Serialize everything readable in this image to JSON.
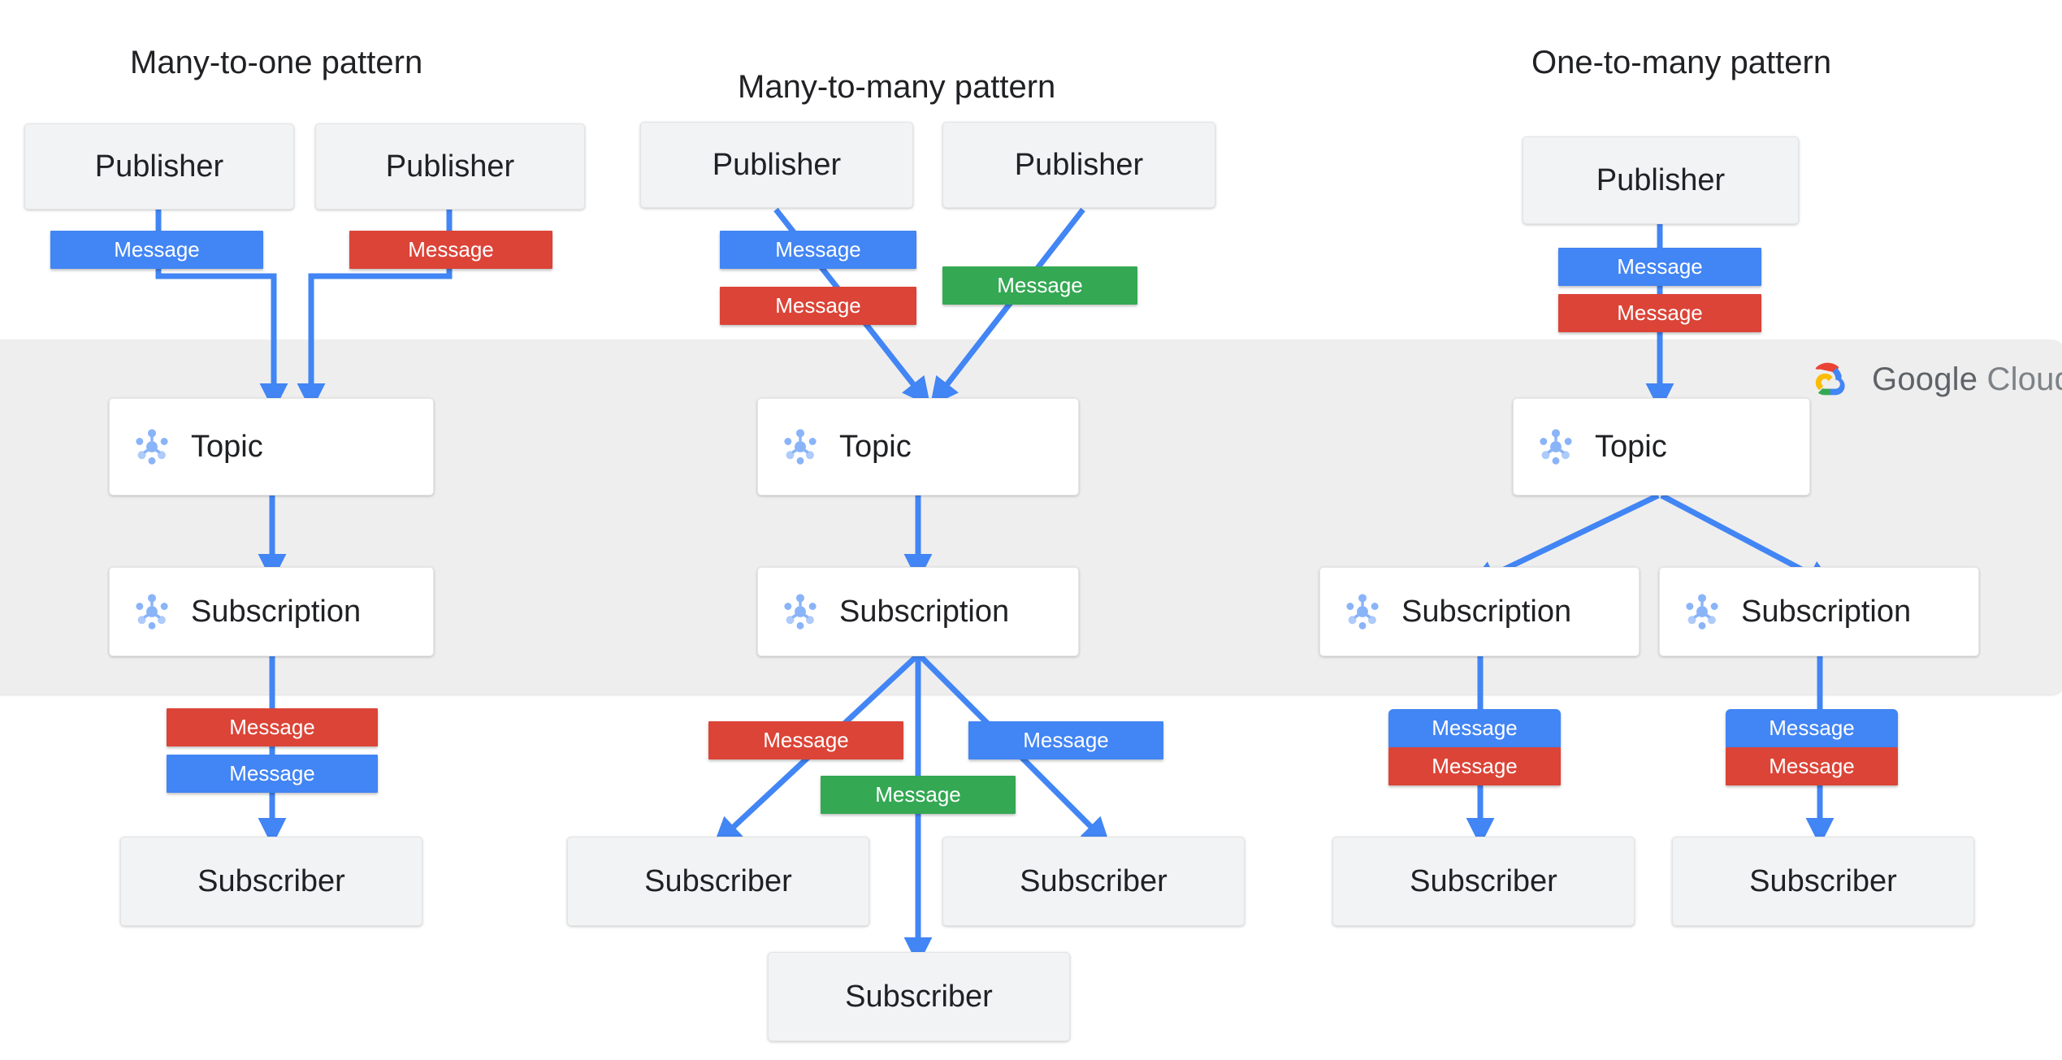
{
  "brand": {
    "name": "Google Cloud",
    "name_bold": "Google",
    "name_light": "Cloud",
    "accent_blue": "#4285F4",
    "accent_red": "#DB4437",
    "accent_green": "#34A853",
    "accent_yellow": "#F4B400",
    "band_color": "#EEEEEE",
    "box_color": "#F1F3F4",
    "service_box_color": "#FFFFFF",
    "text_color": "#202124"
  },
  "columns": [
    {
      "id": "many-to-one",
      "title": "Many-to-one pattern",
      "publishers": [
        {
          "label": "Publisher"
        },
        {
          "label": "Publisher"
        }
      ],
      "publisher_messages": [
        {
          "label": "Message",
          "color": "blue"
        },
        {
          "label": "Message",
          "color": "red"
        }
      ],
      "topics": [
        {
          "label": "Topic",
          "icon": "pubsub-topic-icon"
        }
      ],
      "subscriptions": [
        {
          "label": "Subscription",
          "icon": "pubsub-subscription-icon"
        }
      ],
      "subscriber_messages": [
        {
          "label": "Message",
          "color": "red"
        },
        {
          "label": "Message",
          "color": "blue"
        }
      ],
      "subscribers": [
        {
          "label": "Subscriber"
        }
      ]
    },
    {
      "id": "many-to-many",
      "title": "Many-to-many  pattern",
      "publishers": [
        {
          "label": "Publisher"
        },
        {
          "label": "Publisher"
        }
      ],
      "publisher_messages": [
        {
          "label": "Message",
          "color": "blue"
        },
        {
          "label": "Message",
          "color": "red"
        },
        {
          "label": "Message",
          "color": "green"
        }
      ],
      "topics": [
        {
          "label": "Topic",
          "icon": "pubsub-topic-icon"
        }
      ],
      "subscriptions": [
        {
          "label": "Subscription",
          "icon": "pubsub-subscription-icon"
        }
      ],
      "subscriber_messages": [
        {
          "label": "Message",
          "color": "red"
        },
        {
          "label": "Message",
          "color": "blue"
        },
        {
          "label": "Message",
          "color": "green"
        }
      ],
      "subscribers": [
        {
          "label": "Subscriber"
        },
        {
          "label": "Subscriber"
        },
        {
          "label": "Subscriber"
        }
      ]
    },
    {
      "id": "one-to-many",
      "title": "One-to-many pattern",
      "publishers": [
        {
          "label": "Publisher"
        }
      ],
      "publisher_messages": [
        {
          "label": "Message",
          "color": "blue"
        },
        {
          "label": "Message",
          "color": "red"
        }
      ],
      "topics": [
        {
          "label": "Topic",
          "icon": "pubsub-topic-icon"
        }
      ],
      "subscriptions": [
        {
          "label": "Subscription",
          "icon": "pubsub-subscription-icon"
        },
        {
          "label": "Subscription",
          "icon": "pubsub-subscription-icon"
        }
      ],
      "subscriber_messages": [
        {
          "label": "Message",
          "color": "blue"
        },
        {
          "label": "Message",
          "color": "red"
        },
        {
          "label": "Message",
          "color": "blue"
        },
        {
          "label": "Message",
          "color": "red"
        }
      ],
      "subscribers": [
        {
          "label": "Subscriber"
        },
        {
          "label": "Subscriber"
        }
      ]
    }
  ]
}
